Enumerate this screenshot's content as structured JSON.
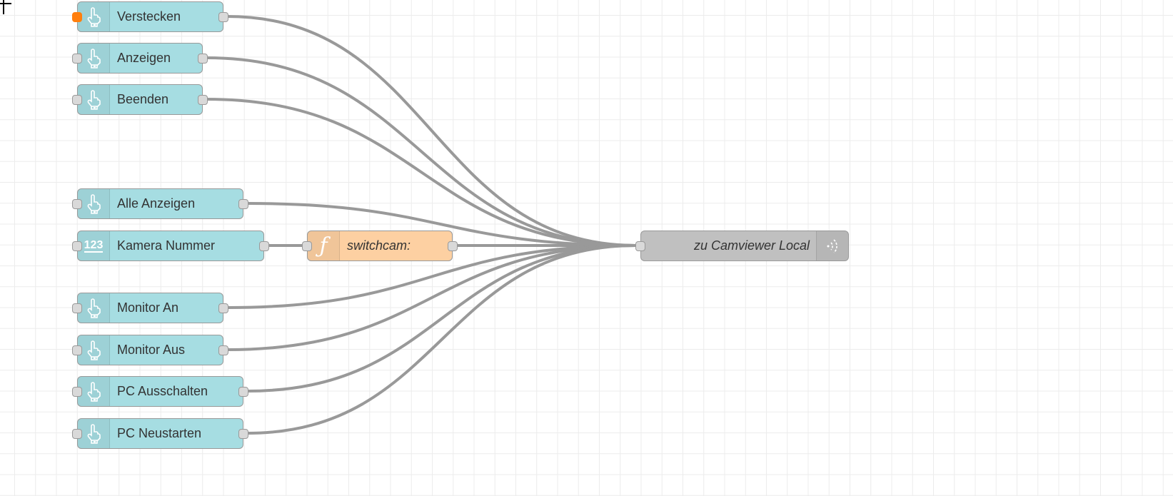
{
  "colors": {
    "inject": "#a6dde2",
    "function": "#fdd0a2",
    "output": "#c0c0c0",
    "wire": "#999999",
    "changed": "#ff7f0e"
  },
  "nodes": [
    {
      "id": "n1",
      "label": "Verstecken",
      "type": "inject",
      "icon": "hand-pointer-icon",
      "changed": true
    },
    {
      "id": "n2",
      "label": "Anzeigen",
      "type": "inject",
      "icon": "hand-pointer-icon"
    },
    {
      "id": "n3",
      "label": "Beenden",
      "type": "inject",
      "icon": "hand-pointer-icon"
    },
    {
      "id": "n4",
      "label": "Alle Anzeigen",
      "type": "inject",
      "icon": "hand-pointer-icon"
    },
    {
      "id": "n5",
      "label": "Kamera Nummer",
      "type": "inject",
      "icon": "numeric-123-icon",
      "icon_text": "123"
    },
    {
      "id": "n6",
      "label": "switchcam:",
      "type": "function",
      "icon": "function-icon",
      "icon_text": "ƒ"
    },
    {
      "id": "n7",
      "label": "zu Camviewer Local",
      "type": "output",
      "icon": "websocket-icon"
    },
    {
      "id": "n8",
      "label": "Monitor An",
      "type": "inject",
      "icon": "hand-pointer-icon"
    },
    {
      "id": "n9",
      "label": "Monitor Aus",
      "type": "inject",
      "icon": "hand-pointer-icon"
    },
    {
      "id": "n10",
      "label": "PC Ausschalten",
      "type": "inject",
      "icon": "hand-pointer-icon"
    },
    {
      "id": "n11",
      "label": "PC Neustarten",
      "type": "inject",
      "icon": "hand-pointer-icon"
    }
  ],
  "wires": [
    [
      "n1",
      "n7"
    ],
    [
      "n2",
      "n7"
    ],
    [
      "n3",
      "n7"
    ],
    [
      "n4",
      "n7"
    ],
    [
      "n5",
      "n6"
    ],
    [
      "n6",
      "n7"
    ],
    [
      "n8",
      "n7"
    ],
    [
      "n9",
      "n7"
    ],
    [
      "n10",
      "n7"
    ],
    [
      "n11",
      "n7"
    ]
  ]
}
